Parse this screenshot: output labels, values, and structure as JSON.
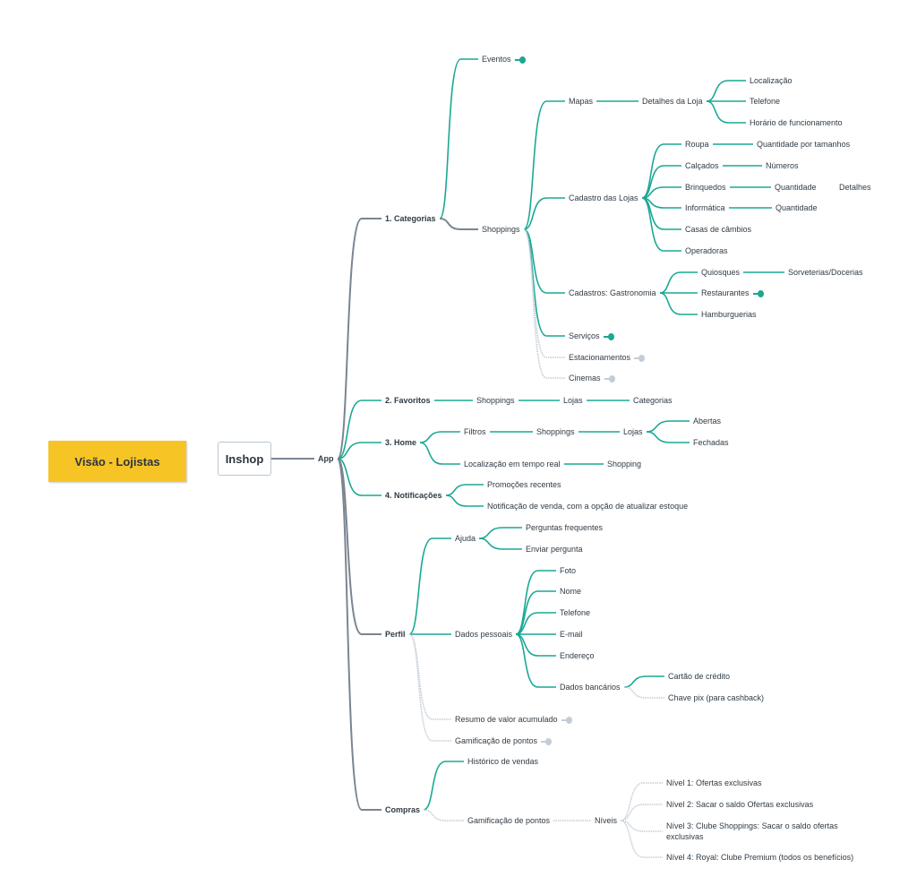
{
  "root": {
    "label": "Visão - Lojistas"
  },
  "app_node": {
    "label": "Inshop"
  },
  "colors": {
    "teal": "#1aa894",
    "gray": "#7b8591",
    "light": "#c4cdd6",
    "root_fill": "#f6c425"
  },
  "nodes": [
    {
      "id": "app",
      "label": "App",
      "parent": "inshop"
    },
    {
      "id": "cat",
      "label": "1. Categorias",
      "parent": "app"
    },
    {
      "id": "eventos",
      "label": "Eventos",
      "parent": "cat",
      "pin": "teal"
    },
    {
      "id": "shop",
      "label": "Shoppings",
      "parent": "cat"
    },
    {
      "id": "mapas",
      "label": "Mapas",
      "parent": "shop"
    },
    {
      "id": "detloja",
      "label": "Detalhes da Loja",
      "parent": "mapas"
    },
    {
      "id": "loc",
      "label": "Localização",
      "parent": "detloja"
    },
    {
      "id": "tel",
      "label": "Telefone",
      "parent": "detloja"
    },
    {
      "id": "hor",
      "label": "Horário de funcionamento",
      "parent": "detloja"
    },
    {
      "id": "cadl",
      "label": "Cadastro das Lojas",
      "parent": "shop"
    },
    {
      "id": "roupa",
      "label": "Roupa",
      "parent": "cadl"
    },
    {
      "id": "qtdtam",
      "label": "Quantidade por tamanhos",
      "parent": "roupa"
    },
    {
      "id": "calc",
      "label": "Calçados",
      "parent": "cadl"
    },
    {
      "id": "num",
      "label": "Números",
      "parent": "calc"
    },
    {
      "id": "brinq",
      "label": "Brinquedos",
      "parent": "cadl"
    },
    {
      "id": "qtd1",
      "label": "Quantidade",
      "parent": "brinq"
    },
    {
      "id": "det",
      "label": "Detalhes",
      "parent": null
    },
    {
      "id": "info",
      "label": "Informática",
      "parent": "cadl"
    },
    {
      "id": "qtd2",
      "label": "Quantidade",
      "parent": "info"
    },
    {
      "id": "casas",
      "label": "Casas de câmbios",
      "parent": "cadl"
    },
    {
      "id": "oper",
      "label": "Operadoras",
      "parent": "cadl"
    },
    {
      "id": "gast",
      "label": "Cadastros: Gastronomia",
      "parent": "shop"
    },
    {
      "id": "quiosq",
      "label": "Quiosques",
      "parent": "gast"
    },
    {
      "id": "sorv",
      "label": "Sorveterias/Docerias",
      "parent": "quiosq"
    },
    {
      "id": "rest",
      "label": "Restaurantes",
      "parent": "gast",
      "pin": "teal"
    },
    {
      "id": "hamb",
      "label": "Hamburguerias",
      "parent": "gast"
    },
    {
      "id": "serv",
      "label": "Serviços",
      "parent": "shop",
      "pin": "teal"
    },
    {
      "id": "estac",
      "label": "Estacionamentos",
      "parent": "shop",
      "pin": "light"
    },
    {
      "id": "cine",
      "label": "Cinemas",
      "parent": "shop",
      "pin": "light"
    },
    {
      "id": "fav",
      "label": "2. Favoritos",
      "parent": "app"
    },
    {
      "id": "favshop",
      "label": "Shoppings",
      "parent": "fav"
    },
    {
      "id": "favlojas",
      "label": "Lojas",
      "parent": "favshop"
    },
    {
      "id": "favcat",
      "label": "Categorias",
      "parent": "favlojas"
    },
    {
      "id": "home",
      "label": "3. Home",
      "parent": "app"
    },
    {
      "id": "filtros",
      "label": "Filtros",
      "parent": "home"
    },
    {
      "id": "hshop",
      "label": "Shoppings",
      "parent": "filtros"
    },
    {
      "id": "hlojas",
      "label": "Lojas",
      "parent": "hshop"
    },
    {
      "id": "abertas",
      "label": "Abertas",
      "parent": "hlojas"
    },
    {
      "id": "fechadas",
      "label": "Fechadas",
      "parent": "hlojas"
    },
    {
      "id": "loctr",
      "label": "Localização em tempo real",
      "parent": "home"
    },
    {
      "id": "shopping",
      "label": "Shopping",
      "parent": "loctr"
    },
    {
      "id": "notif",
      "label": "4. Notificações",
      "parent": "app"
    },
    {
      "id": "promo",
      "label": "Promoções recentes",
      "parent": "notif"
    },
    {
      "id": "notven",
      "label": "Notificação de venda, com a opção de atualizar estoque",
      "parent": "notif"
    },
    {
      "id": "perfil",
      "label": "Perfil",
      "parent": "app"
    },
    {
      "id": "ajuda",
      "label": "Ajuda",
      "parent": "perfil"
    },
    {
      "id": "perg",
      "label": "Perguntas frequentes",
      "parent": "ajuda"
    },
    {
      "id": "envp",
      "label": "Enviar pergunta",
      "parent": "ajuda"
    },
    {
      "id": "dados",
      "label": "Dados pessoais",
      "parent": "perfil"
    },
    {
      "id": "foto",
      "label": "Foto",
      "parent": "dados"
    },
    {
      "id": "nome",
      "label": "Nome",
      "parent": "dados"
    },
    {
      "id": "ptel",
      "label": "Telefone",
      "parent": "dados"
    },
    {
      "id": "email",
      "label": "E-mail",
      "parent": "dados"
    },
    {
      "id": "end",
      "label": "Endereço",
      "parent": "dados"
    },
    {
      "id": "banc",
      "label": "Dados bancários",
      "parent": "dados"
    },
    {
      "id": "cartao",
      "label": "Cartão de crédito",
      "parent": "banc"
    },
    {
      "id": "pix",
      "label": "Chave pix (para cashback)",
      "parent": "banc"
    },
    {
      "id": "resumo",
      "label": "Resumo de valor acumulado",
      "parent": "perfil",
      "pin": "light"
    },
    {
      "id": "gamp",
      "label": "Gamificação de pontos",
      "parent": "perfil",
      "pin": "light"
    },
    {
      "id": "compras",
      "label": "Compras",
      "parent": "app"
    },
    {
      "id": "hist",
      "label": "Histórico de vendas",
      "parent": "compras"
    },
    {
      "id": "gamc",
      "label": "Gamificação de pontos",
      "parent": "compras"
    },
    {
      "id": "niveis",
      "label": "Níveis",
      "parent": "gamc"
    },
    {
      "id": "n1",
      "label": "Nível 1: Ofertas exclusivas",
      "parent": "niveis"
    },
    {
      "id": "n2",
      "label": "Nível 2: Sacar o saldo Ofertas exclusivas",
      "parent": "niveis"
    },
    {
      "id": "n3",
      "label": "Nível 3: Clube Shoppings: Sacar o saldo ofertas exclusivas",
      "parent": "niveis"
    },
    {
      "id": "n4",
      "label": "Nível 4: Royal: Clube Premium (todos os benefícios)",
      "parent": "niveis"
    }
  ]
}
